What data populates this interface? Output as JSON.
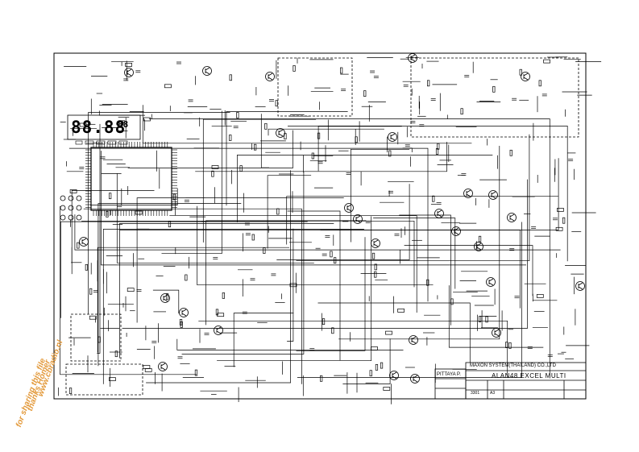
{
  "lcd": {
    "main": "88.88",
    "sub": "88"
  },
  "title_block": {
    "company": "MAXON SYSTEM(THAILAND) CO.,LTD",
    "model": "ALAN48 EXCEL MULTI",
    "drawn_by": "PITTAYA P.",
    "doc_no": "3301",
    "size": "A3"
  },
  "watermark": {
    "line1": "www.cbradio.nl",
    "line2": "thanks Homer",
    "line3": "for sharing this file"
  },
  "colors": {
    "ink": "#000000",
    "paper": "#ffffff",
    "watermark": "#e39a3c"
  }
}
